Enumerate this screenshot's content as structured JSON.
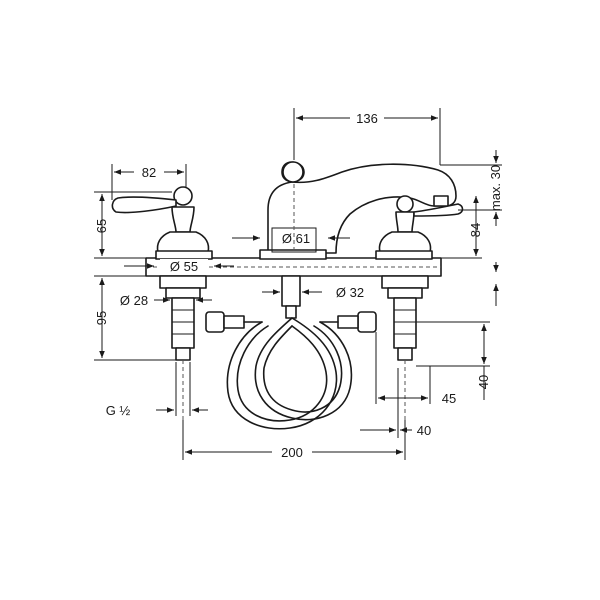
{
  "dimensions": {
    "spout_reach": "136",
    "handle_length": "82",
    "handle_height": "65",
    "max_30": "max. 30",
    "spout_height": "84",
    "dia_61": "Ø 61",
    "dia_55": "Ø 55",
    "dia_28": "Ø 28",
    "dia_32": "Ø 32",
    "below_deck": "95",
    "connection_40_vertical": "40",
    "connection_45": "45",
    "connection_40_horizontal": "40",
    "thread": "G ½",
    "center_distance": "200"
  },
  "colors": {
    "line": "#1a1a1a",
    "background": "#ffffff"
  }
}
